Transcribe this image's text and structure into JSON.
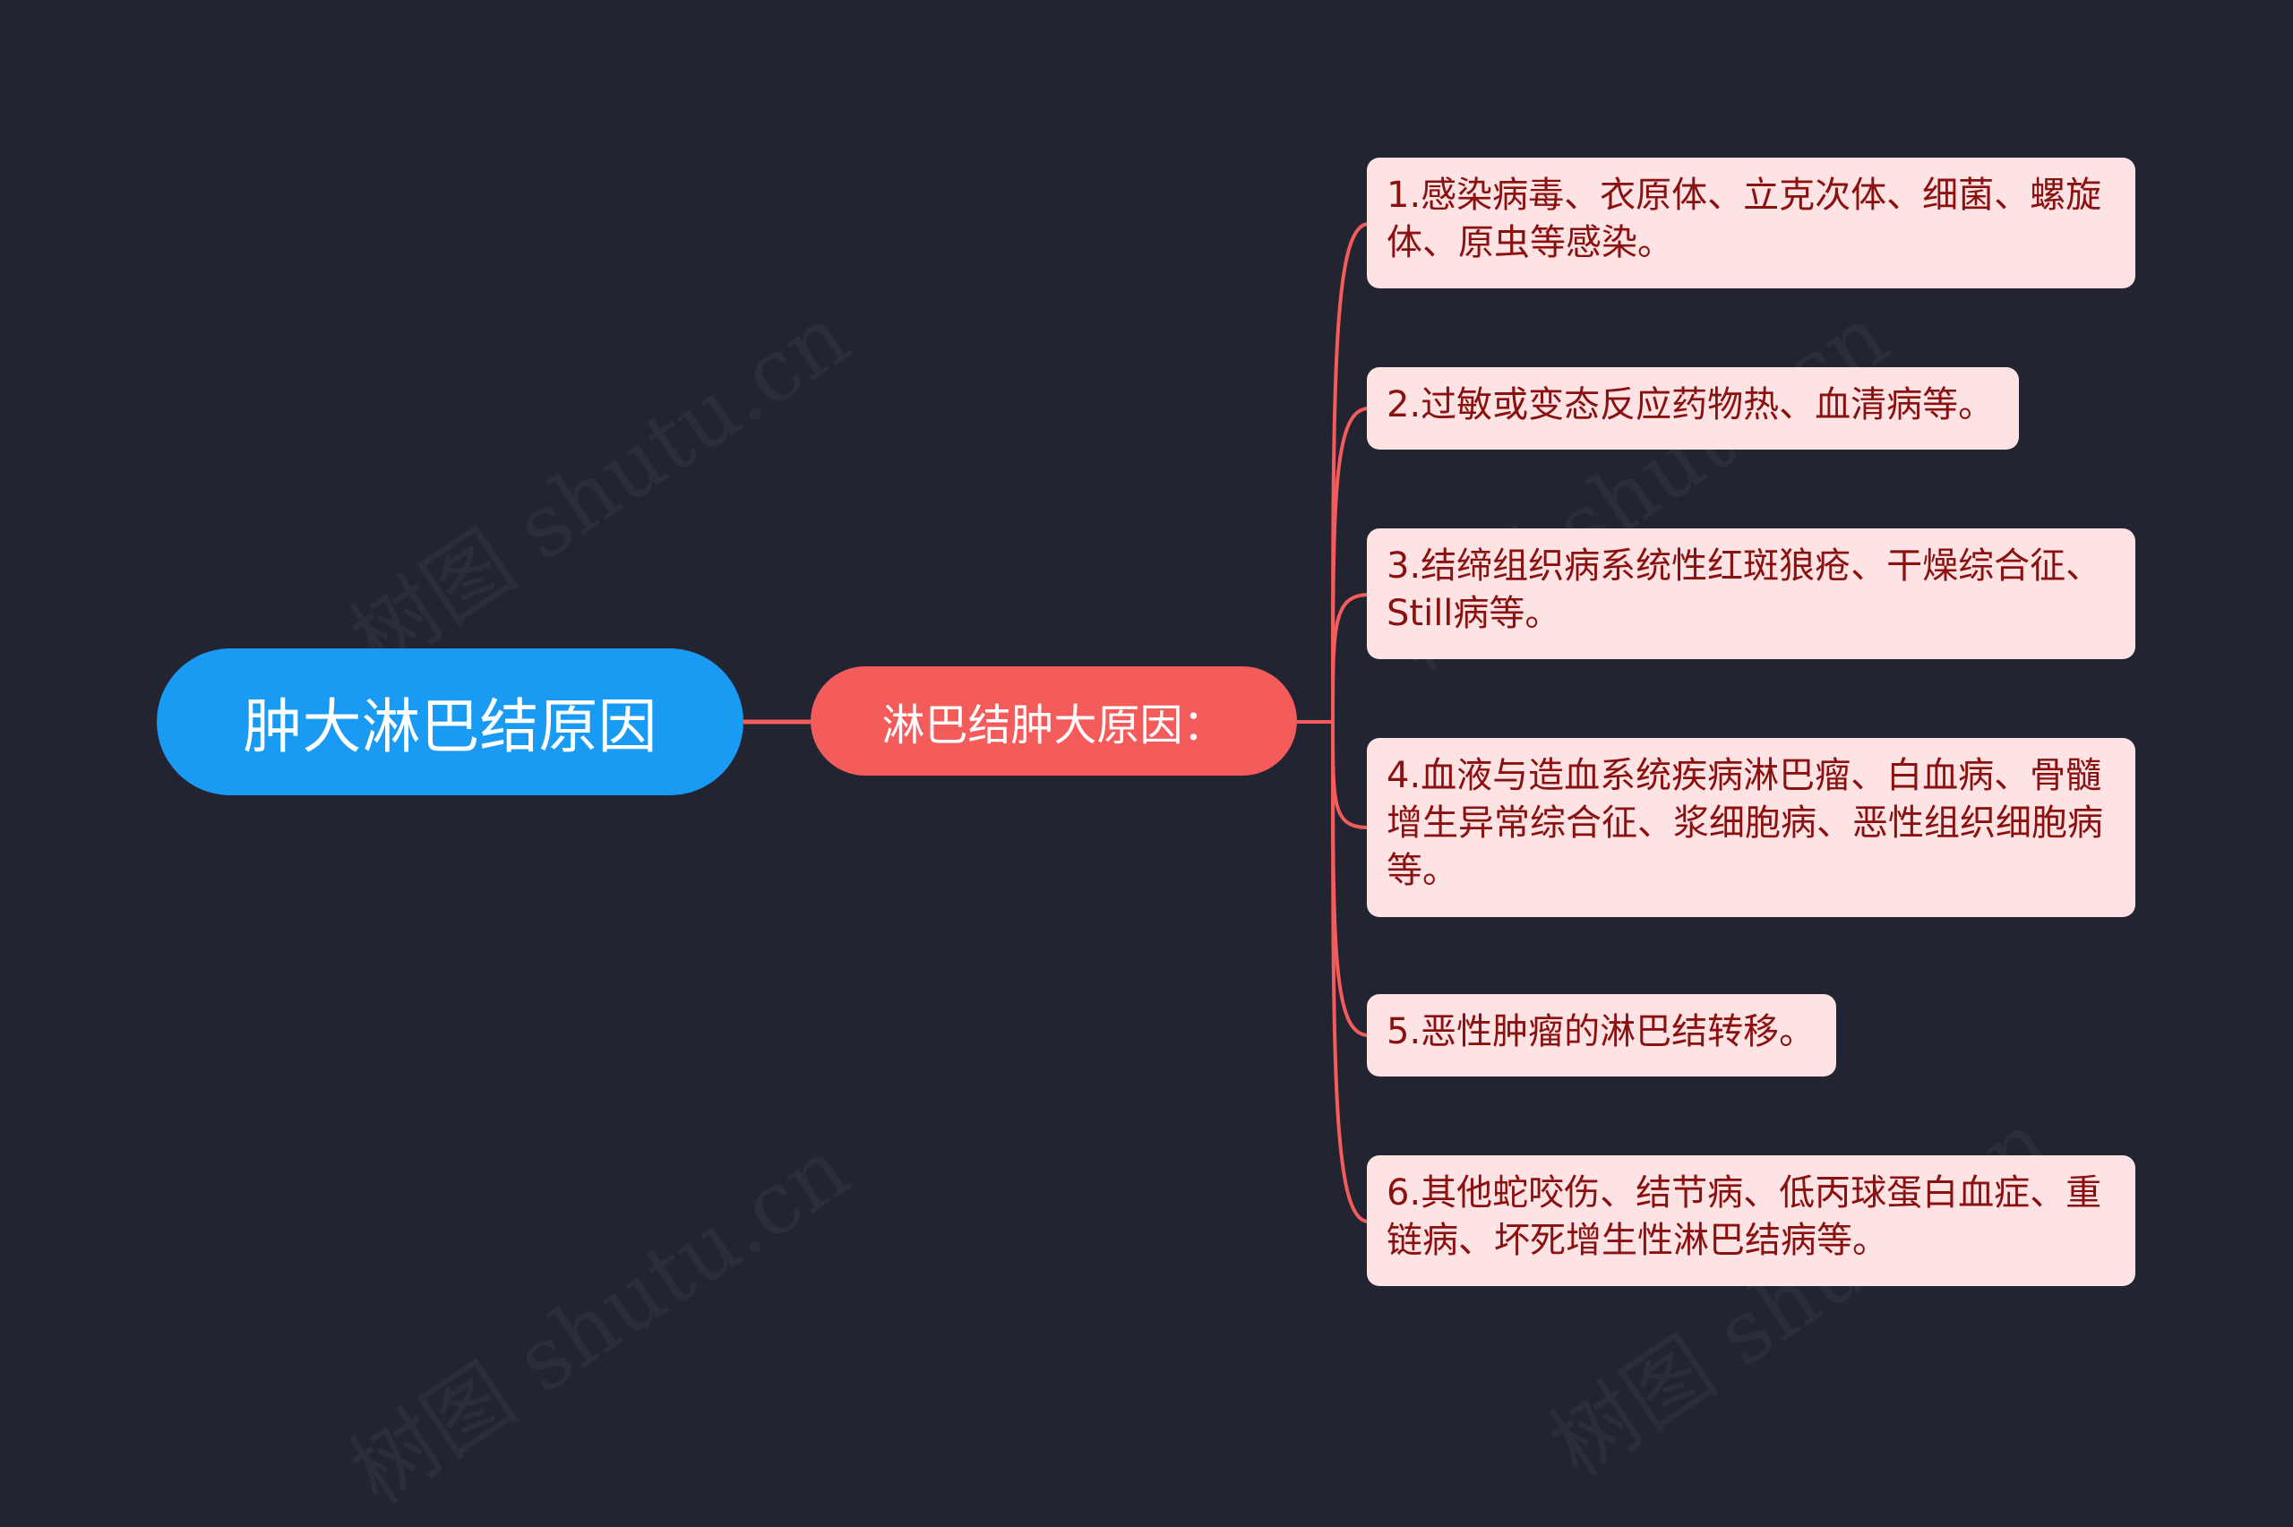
{
  "colors": {
    "background": "#222431",
    "root_fill": "#1a9bf3",
    "mid_fill": "#f45c5c",
    "leaf_fill": "#fde3e3",
    "leaf_text": "#8b1010",
    "connector": "#f45c5c"
  },
  "watermark_text": "树图 shutu.cn",
  "root": {
    "label": "肿大淋巴结原因"
  },
  "branch": {
    "label": "淋巴结肿大原因："
  },
  "leaves": [
    {
      "text": "1.感染病毒、衣原体、立克次体、细菌、螺旋体、原虫等感染。"
    },
    {
      "text": "2.过敏或变态反应药物热、血清病等。"
    },
    {
      "text": "3.结缔组织病系统性红斑狼疮、干燥综合征、Still病等。"
    },
    {
      "text": "4.血液与造血系统疾病淋巴瘤、白血病、骨髓增生异常综合征、浆细胞病、恶性组织细胞病等。"
    },
    {
      "text": "5.恶性肿瘤的淋巴结转移。"
    },
    {
      "text": "6.其他蛇咬伤、结节病、低丙球蛋白血症、重链病、坏死增生性淋巴结病等。"
    }
  ]
}
